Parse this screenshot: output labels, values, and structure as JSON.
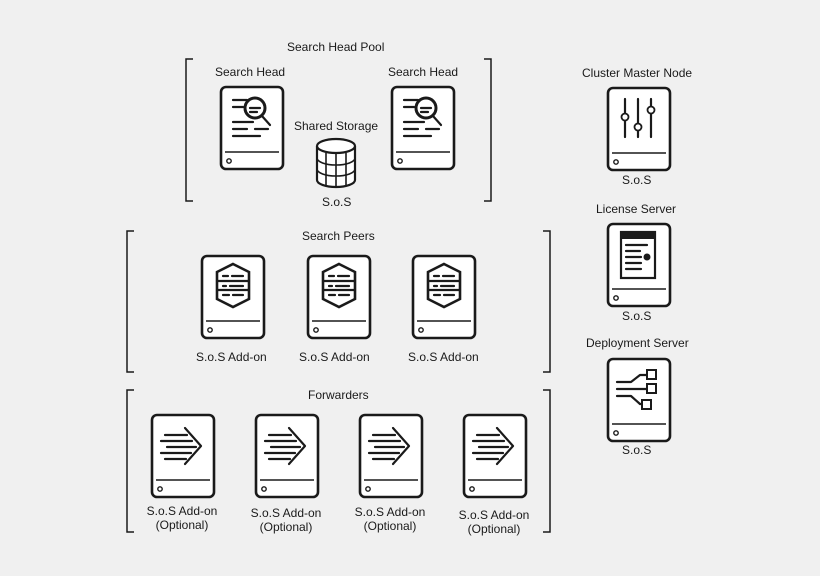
{
  "search_head_pool": {
    "title": "Search Head Pool",
    "left_label": "Search Head",
    "right_label": "Search Head",
    "storage_label": "Shared Storage",
    "storage_caption": "S.o.S"
  },
  "search_peers": {
    "title": "Search Peers",
    "captions": [
      "S.o.S Add-on",
      "S.o.S Add-on",
      "S.o.S Add-on"
    ]
  },
  "forwarders": {
    "title": "Forwarders",
    "captions": [
      "S.o.S Add-on\n(Optional)",
      "S.o.S Add-on\n(Optional)",
      "S.o.S Add-on\n(Optional)",
      "S.o.S Add-on\n(Optional)"
    ]
  },
  "cluster_master": {
    "title": "Cluster Master Node",
    "caption": "S.o.S"
  },
  "license_server": {
    "title": "License Server",
    "caption": "S.o.S"
  },
  "deployment_server": {
    "title": "Deployment Server",
    "caption": "S.o.S"
  }
}
